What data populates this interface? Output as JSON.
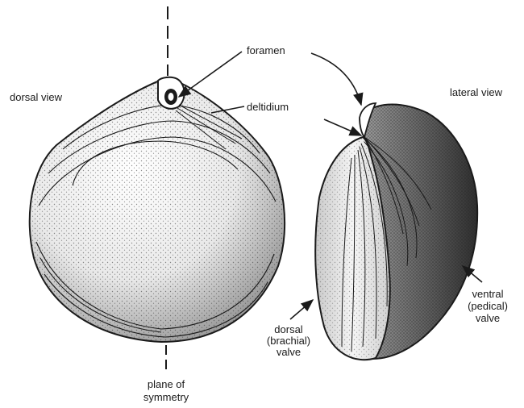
{
  "labels": {
    "dorsal_view": "dorsal view",
    "lateral_view": "lateral view",
    "foramen": "foramen",
    "deltidium": "deltidium",
    "plane_line1": "plane of",
    "plane_line2": "symmetry",
    "dorsal_valve_line1": "dorsal",
    "dorsal_valve_line2": "(brachial)",
    "dorsal_valve_line3": "valve",
    "ventral_valve_line1": "ventral",
    "ventral_valve_line2": "(pedical)",
    "ventral_valve_line3": "valve"
  },
  "colors": {
    "ink": "#1a1a1a",
    "paper": "#ffffff",
    "stipple": "#333333"
  }
}
